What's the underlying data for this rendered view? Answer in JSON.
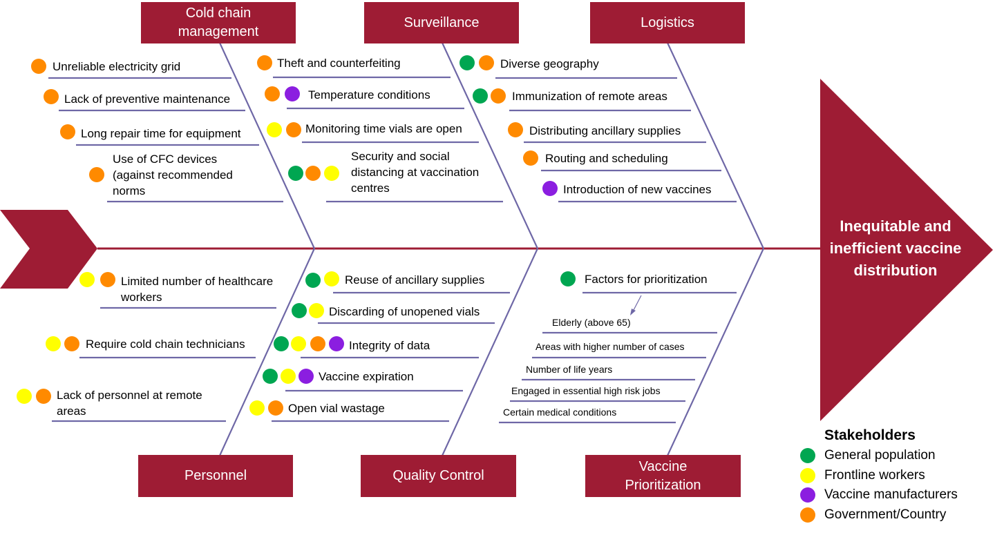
{
  "colors": {
    "brand": "#9e1c34",
    "bone": "#6e67a6",
    "stakeholders": {
      "general": "#00a651",
      "frontline": "#ffff00",
      "manufacturers": "#8b1ee0",
      "government": "#ff8a00"
    }
  },
  "effect": {
    "label": "Inequitable and inefficient vaccine distribution"
  },
  "categories": {
    "cold_chain": "Cold chain management",
    "surveillance": "Surveillance",
    "logistics": "Logistics",
    "personnel": "Personnel",
    "quality": "Quality Control",
    "prioritization": "Vaccine Prioritization"
  },
  "causes": {
    "cold_chain": [
      {
        "label": "Unreliable electricity grid",
        "stakeholders": [
          "government"
        ]
      },
      {
        "label": "Lack of preventive maintenance",
        "stakeholders": [
          "government"
        ]
      },
      {
        "label": "Long repair time for equipment",
        "stakeholders": [
          "government"
        ]
      },
      {
        "label": "Use of CFC devices (against recommended norms",
        "stakeholders": [
          "government"
        ]
      }
    ],
    "surveillance": [
      {
        "label": "Theft and counterfeiting",
        "stakeholders": [
          "government"
        ]
      },
      {
        "label": "Temperature conditions",
        "stakeholders": [
          "government",
          "manufacturers"
        ]
      },
      {
        "label": "Monitoring time vials are open",
        "stakeholders": [
          "frontline",
          "government"
        ]
      },
      {
        "label": "Security and social distancing at vaccination centres",
        "stakeholders": [
          "general",
          "government",
          "frontline"
        ]
      }
    ],
    "logistics": [
      {
        "label": "Diverse geography",
        "stakeholders": [
          "general",
          "government"
        ]
      },
      {
        "label": "Immunization of remote areas",
        "stakeholders": [
          "general",
          "government"
        ]
      },
      {
        "label": "Distributing ancillary supplies",
        "stakeholders": [
          "government"
        ]
      },
      {
        "label": "Routing and scheduling",
        "stakeholders": [
          "government"
        ]
      },
      {
        "label": "Introduction of new vaccines",
        "stakeholders": [
          "manufacturers"
        ]
      }
    ],
    "personnel": [
      {
        "label": "Limited number of healthcare workers",
        "stakeholders": [
          "frontline",
          "government"
        ]
      },
      {
        "label": "Require cold chain technicians",
        "stakeholders": [
          "frontline",
          "government"
        ]
      },
      {
        "label": "Lack of personnel  at remote areas",
        "stakeholders": [
          "frontline",
          "government"
        ]
      }
    ],
    "quality": [
      {
        "label": "Reuse of ancillary supplies",
        "stakeholders": [
          "general",
          "frontline"
        ]
      },
      {
        "label": "Discarding of unopened vials",
        "stakeholders": [
          "general",
          "frontline"
        ]
      },
      {
        "label": "Integrity of data",
        "stakeholders": [
          "general",
          "frontline",
          "government",
          "manufacturers"
        ]
      },
      {
        "label": "Vaccine expiration",
        "stakeholders": [
          "general",
          "frontline",
          "manufacturers"
        ]
      },
      {
        "label": "Open vial wastage",
        "stakeholders": [
          "frontline",
          "government"
        ]
      }
    ],
    "prioritization": [
      {
        "label": "Factors for prioritization",
        "stakeholders": [
          "general"
        ]
      }
    ]
  },
  "prioritization_factors": [
    "Elderly (above 65)",
    "Areas with higher number of cases",
    "Number of life years",
    "Engaged in essential high risk jobs",
    "Certain medical conditions"
  ],
  "legend": {
    "title": "Stakeholders",
    "items": [
      {
        "key": "general",
        "label": "General population"
      },
      {
        "key": "frontline",
        "label": "Frontline workers"
      },
      {
        "key": "manufacturers",
        "label": "Vaccine manufacturers"
      },
      {
        "key": "government",
        "label": "Government/Country"
      }
    ]
  }
}
